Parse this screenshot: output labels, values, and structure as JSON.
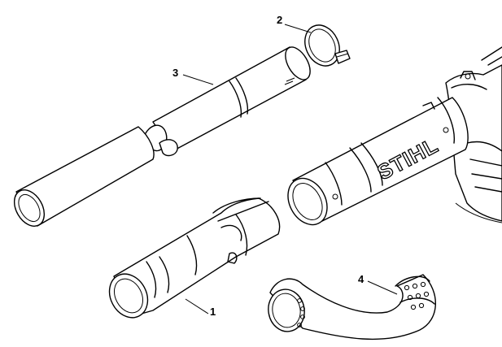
{
  "callouts": [
    {
      "id": "1",
      "label": "1"
    },
    {
      "id": "2",
      "label": "2"
    },
    {
      "id": "3",
      "label": "3"
    },
    {
      "id": "4",
      "label": "4"
    }
  ],
  "brand_logo": "STIHL"
}
